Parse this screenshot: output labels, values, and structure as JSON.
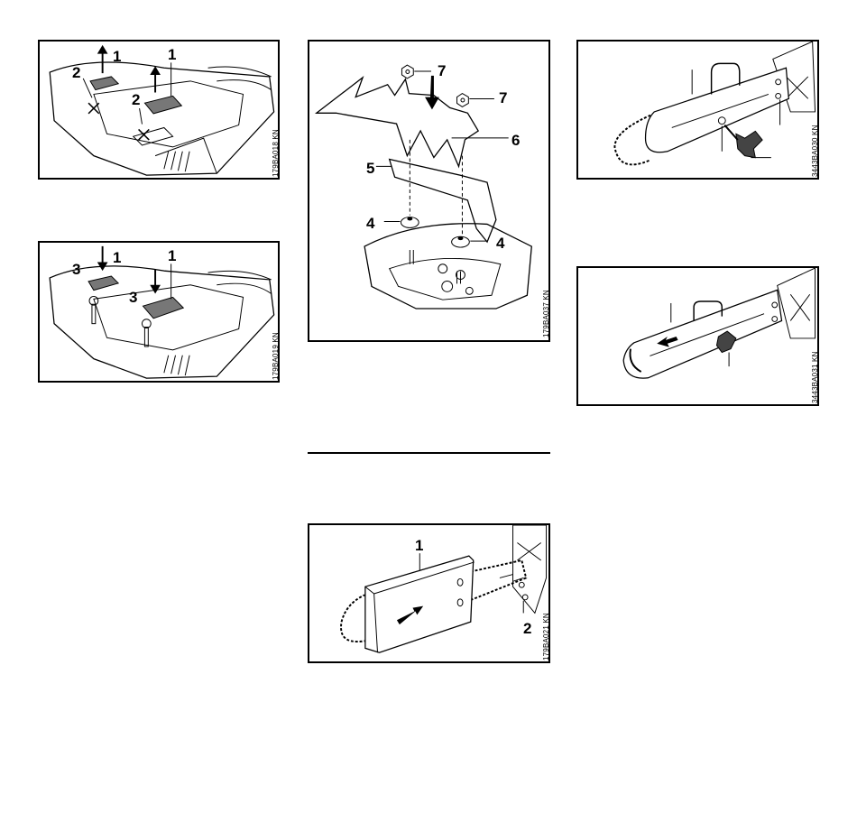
{
  "figures": {
    "fig1": {
      "code": "179BA018 KN",
      "callouts": [
        "1",
        "1",
        "2",
        "2"
      ]
    },
    "fig2": {
      "code": "179BA019 KN",
      "callouts": [
        "1",
        "1",
        "3",
        "3"
      ]
    },
    "fig3": {
      "code": "179BA037 KN",
      "callouts": [
        "7",
        "7",
        "6",
        "5",
        "4",
        "4"
      ]
    },
    "fig4": {
      "code": "179BA021 KN",
      "callouts": [
        "1",
        "2"
      ]
    },
    "fig5": {
      "code": "3443BA030 KN"
    },
    "fig6": {
      "code": "3443BA031 KN"
    }
  }
}
